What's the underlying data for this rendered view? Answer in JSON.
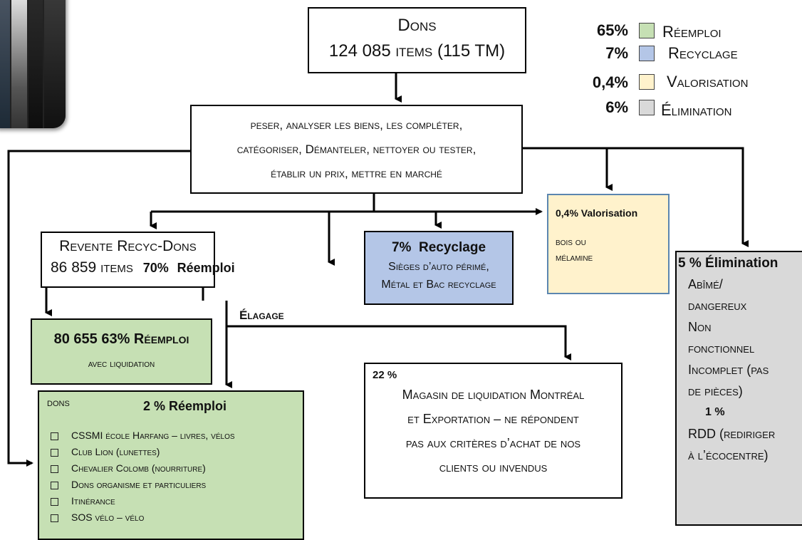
{
  "top": {
    "title": "Dons",
    "items": "124 085 items (115 TM)"
  },
  "legend": [
    {
      "pct": "65%",
      "label": "Réemploi",
      "color": "#c6e0b4"
    },
    {
      "pct": "7%",
      "label": "Recyclage",
      "color": "#b4c6e7"
    },
    {
      "pct": "0,4%",
      "label": "Valorisation",
      "color": "#fff2cc"
    },
    {
      "pct": "6%",
      "label": "Élimination",
      "color": "#d9d9d9"
    }
  ],
  "process": {
    "line1": "peser, analyser les biens, les compléter,",
    "line2": "catégoriser, Démanteler, nettoyer ou tester,",
    "line3": "établir un prix, mettre en marché"
  },
  "revente": {
    "title": "Revente Recyc-Dons",
    "items": "86 859 items",
    "pct": "70%",
    "label": "Réemploi"
  },
  "recyclage": {
    "title": "7%  Recyclage",
    "line1": "Sièges d’auto périmé,",
    "line2": "Métal et Bac recyclage"
  },
  "valorisation": {
    "title": "0,4% Valorisation",
    "line1": "bois ou",
    "line2": "mélamine"
  },
  "elimination": {
    "title": "5 % Élimination",
    "lines": [
      "Abîmé/",
      "dangereux",
      "Non",
      "fonctionnel",
      "Incomplet (pas",
      "de pièces)"
    ],
    "sub_pct": "1 %",
    "rdd1": "RDD (rediriger",
    "rdd2": "à l’écocentre)"
  },
  "reemploi_box": {
    "title": "80 655 63% Réemploi",
    "sub": "avec liquidation"
  },
  "elagage": "Élagage",
  "magasin": {
    "pct": "22 %",
    "lines": [
      "Magasin de liquidation Montréal",
      "et Exportation – ne répondent",
      "pas aux critères d’achat de nos",
      "clients ou invendus"
    ]
  },
  "dons_box": {
    "label": "dons",
    "title": "2 % Réemploi",
    "items": [
      "CSSMI école Harfang – livres, vélos",
      "Club Lion (lunettes)",
      "Chevalier Colomb (nourriture)",
      "Dons organisme et particuliers",
      "Itinérance",
      "SOS vélo – vélo"
    ]
  }
}
